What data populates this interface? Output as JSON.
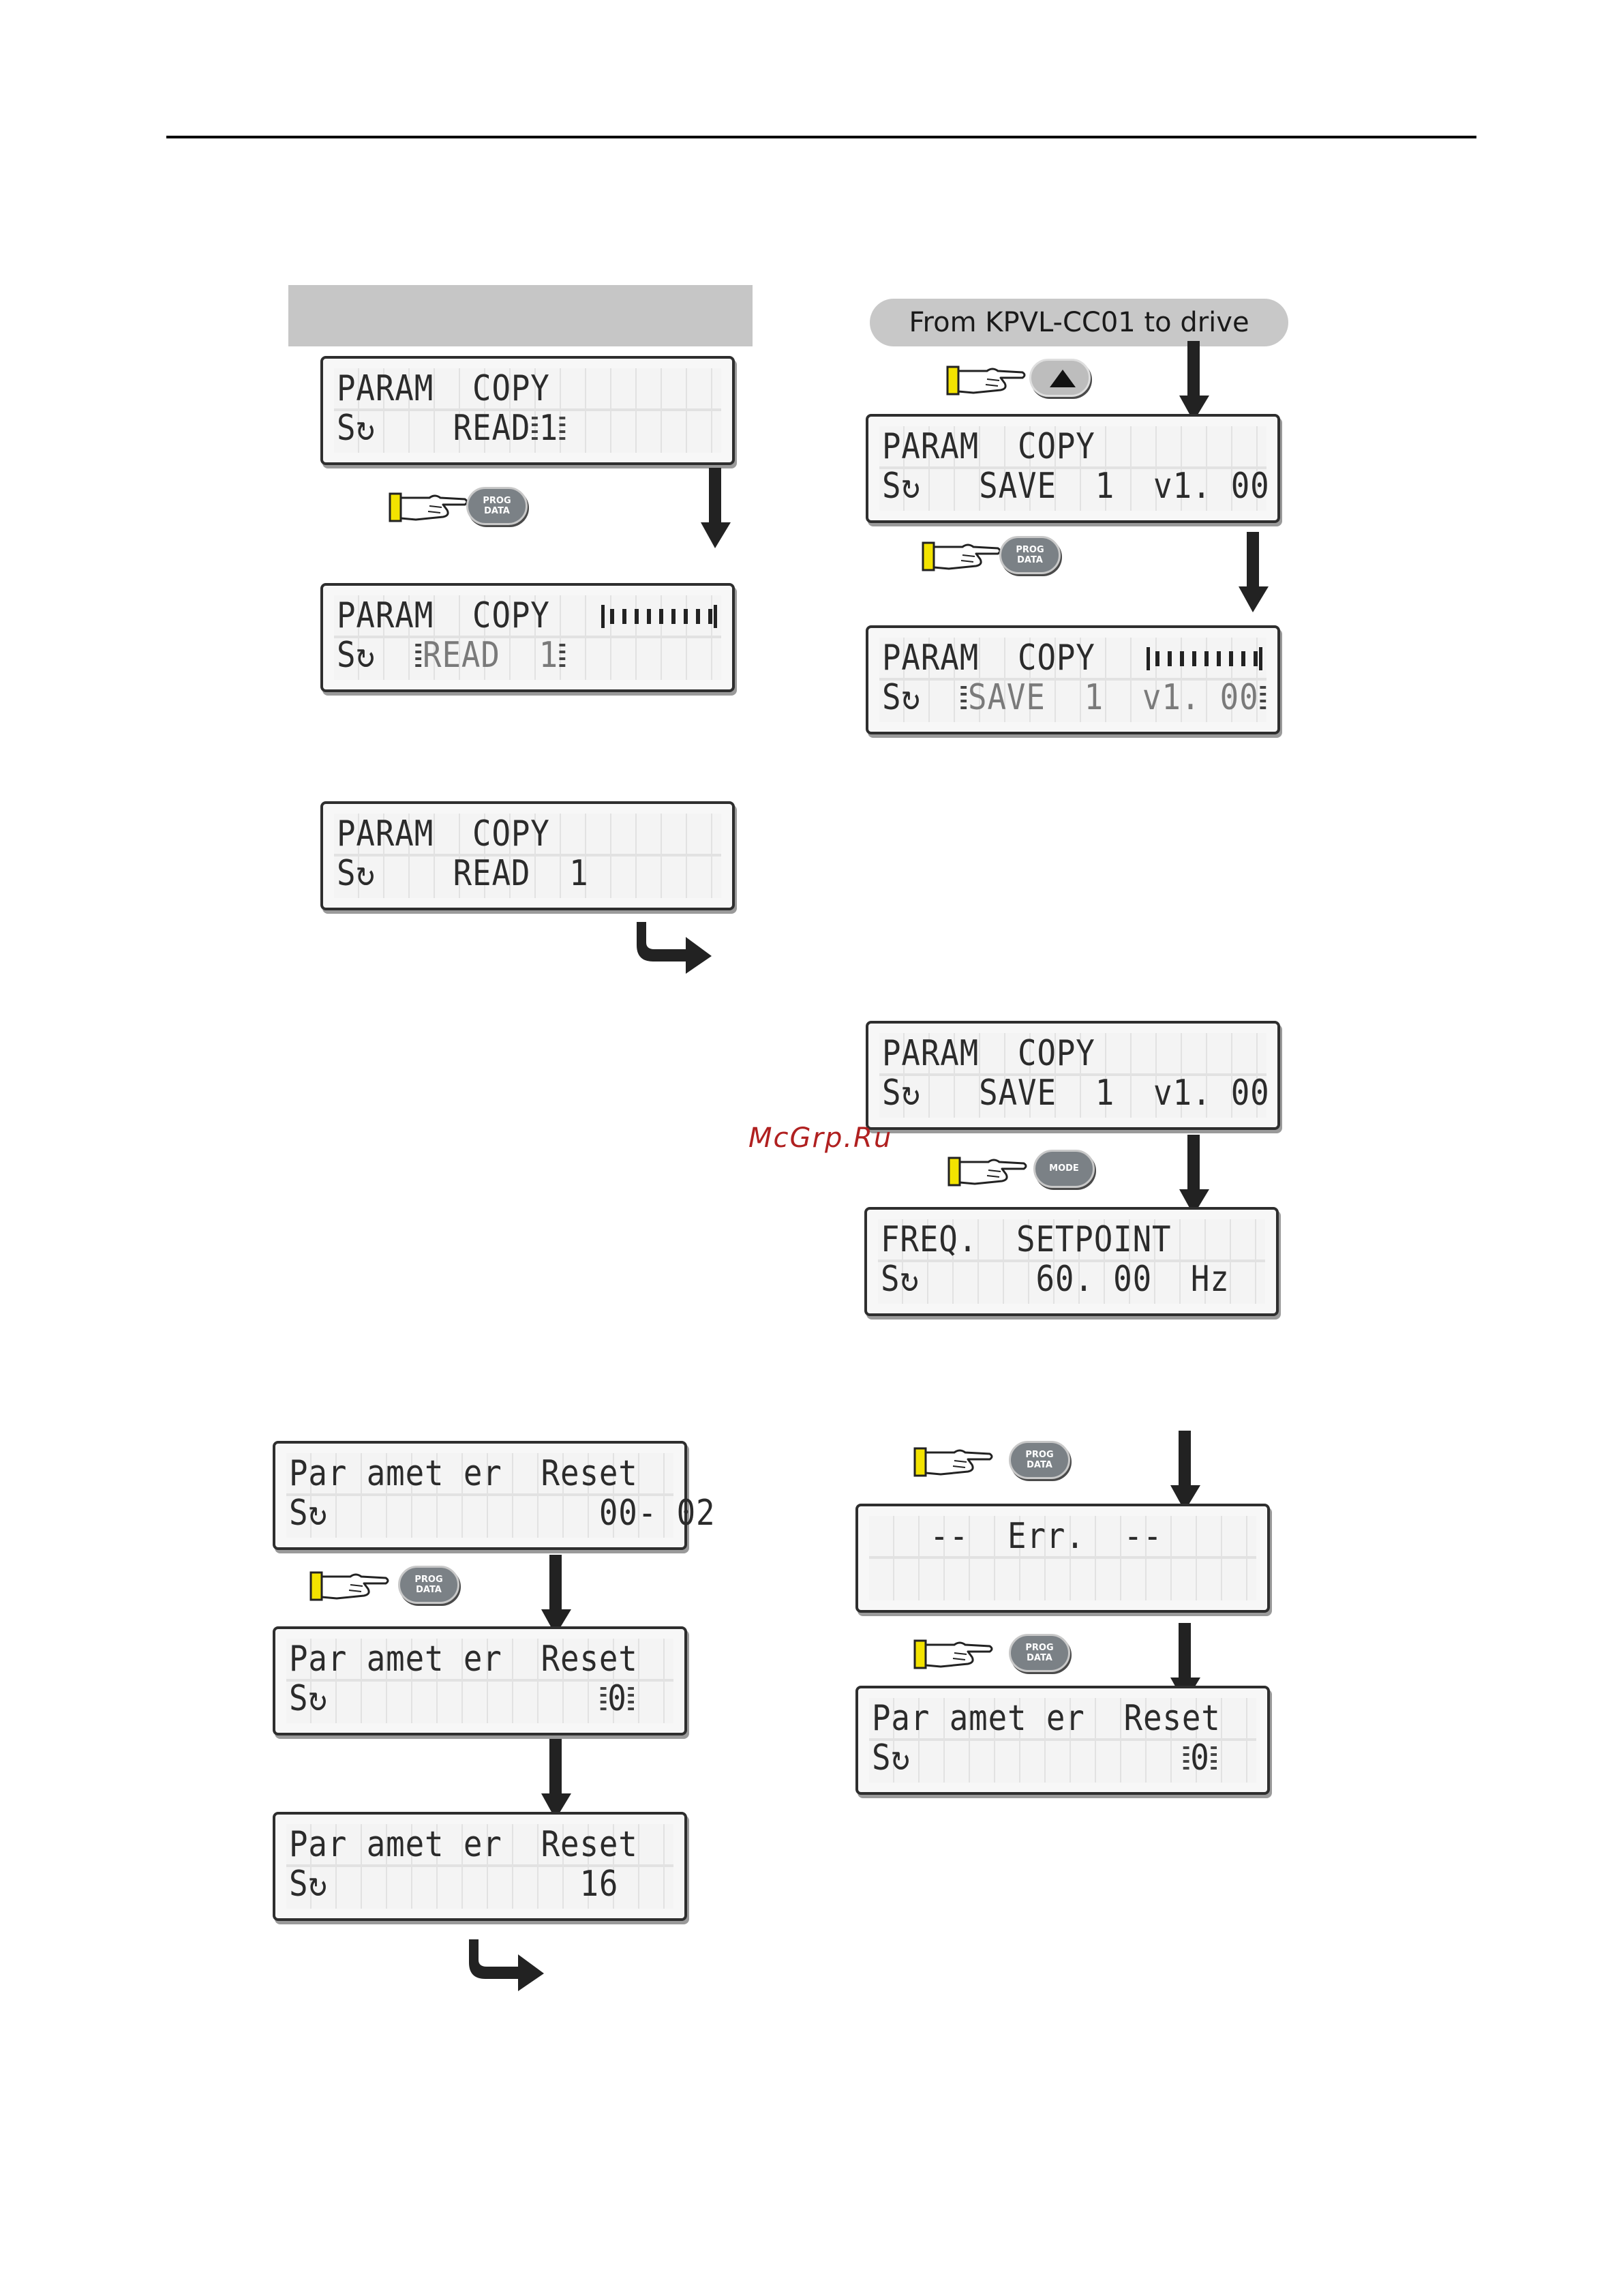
{
  "header_label": "",
  "left_banner_label": "",
  "right_banner_label": "From KPVL-CC01 to drive",
  "watermark": "McGrp.Ru",
  "keys": {
    "prog_line1": "PROG",
    "prog_line2": "DATA",
    "mode": "MODE"
  },
  "screens": {
    "l1": {
      "line1": "PARAM  COPY",
      "line2_prefix": "S↻    READ",
      "line2_value": "1"
    },
    "l2": {
      "line1": "PARAM  COPY",
      "line2_prefix": "S↻  ",
      "line2_value": "READ  1"
    },
    "l3": {
      "line1": "PARAM  COPY",
      "line2": "S↻    READ  1"
    },
    "r1": {
      "line1": "PARAM  COPY",
      "line2": "S↻   SAVE  1  v1. 00"
    },
    "r2": {
      "line1": "PARAM  COPY",
      "line2_prefix": "S↻  ",
      "line2_value": "SAVE  1  v1. 00"
    },
    "r3": {
      "line1": "PARAM  COPY",
      "line2": "S↻   SAVE  1  v1. 00"
    },
    "r4": {
      "line1": "FREQ.  SETPOINT",
      "line2": "S↻      60. 00  Hz"
    },
    "p1": {
      "line1": "Par amet er  Reset",
      "line2": "S↻              00- 02"
    },
    "p2": {
      "line1": "Par amet er  Reset",
      "line2_prefix": "S↻              ",
      "line2_value": "0"
    },
    "p3": {
      "line1": "Par amet er  Reset",
      "line2": "S↻             16"
    },
    "e1": {
      "line1": "   --  Err.  --",
      "line2": ""
    },
    "e2": {
      "line1": "Par amet er  Reset",
      "line2_prefix": "S↻              ",
      "line2_value": "0"
    }
  }
}
